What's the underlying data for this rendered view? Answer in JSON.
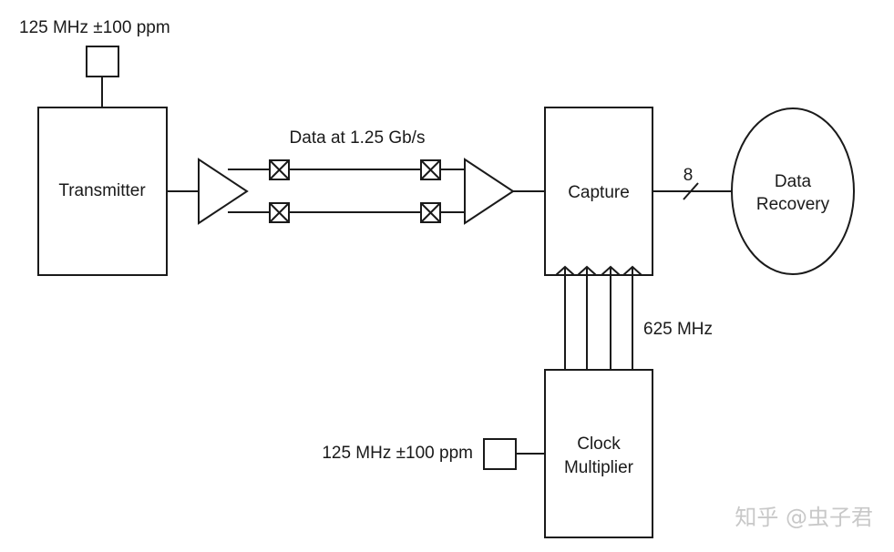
{
  "labels": {
    "osc_top": "125 MHz ±100 ppm",
    "transmitter": "Transmitter",
    "data_rate": "Data at 1.25 Gb/s",
    "capture": "Capture",
    "bus_width": "8",
    "data_recovery_line1": "Data",
    "data_recovery_line2": "Recovery",
    "clock_freq": "625 MHz",
    "osc_bottom": "125 MHz ±100 ppm",
    "clock_multiplier_line1": "Clock",
    "clock_multiplier_line2": "Multiplier"
  },
  "watermark": "知乎 @虫子君",
  "colors": {
    "stroke": "#1a1a1a",
    "background": "#ffffff",
    "watermark": "#c8c8c8"
  }
}
